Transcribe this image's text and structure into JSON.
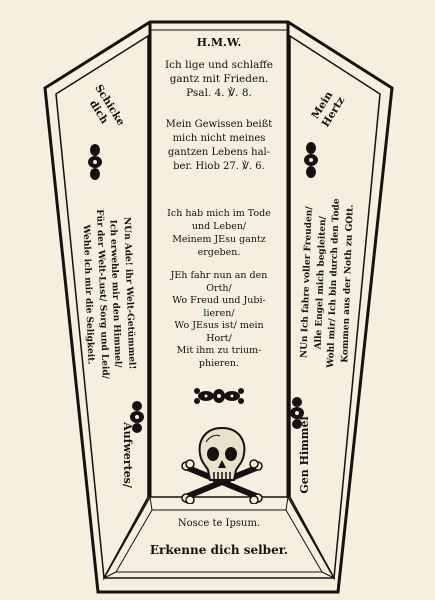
{
  "coffin": {
    "center_panel": {
      "initials": "H.M.W.",
      "verse1": [
        "Ich lige und schlaffe",
        "gantz mit Frieden.",
        "Psal. 4. ℣. 8."
      ],
      "verse2": [
        "Mein Gewissen beißt",
        "mich nicht meines",
        "gantzen Lebens hal-",
        "ber. Hiob 27. ℣. 6."
      ],
      "verse3": [
        "Ich hab mich im Tode",
        "und Leben/",
        "Meinem JEsu gantz",
        "ergeben."
      ],
      "verse4": [
        "JEh fahr nun an den",
        "Orth/",
        "Wo Freud und Jubi-",
        "lieren/",
        "Wo JEsus ist/ mein",
        "Hort/",
        "Mit ihm zu trium-",
        "phieren."
      ]
    },
    "left_panel": {
      "top_label": [
        "Schicke",
        "dich"
      ],
      "main_text": [
        "NUn Ade! ihr Welt-Getümmel!",
        "Ich erwehle mir den Himmel/",
        "Für der Welt-Lust/ Sorg und Leid/",
        "Wehle ich mir die Seligkeit."
      ],
      "bottom_label": "Aufwertes/"
    },
    "right_panel": {
      "top_label": [
        "Mein",
        "Hertz"
      ],
      "main_text": [
        "NUn Ich fahre voller Freuden/",
        "Alle Engel mich begleiten/",
        "Wohl mir/ Ich bin durch den Tode",
        "Kommen aus der Noth zu GOtt."
      ],
      "bottom_label": "Gen Himmel"
    },
    "foot_panel": {
      "latin": "Nosce te Ipsum.",
      "german": "Erkenne dich selber."
    },
    "icons": [
      "flower-ornament",
      "skull-and-crossbones"
    ]
  }
}
